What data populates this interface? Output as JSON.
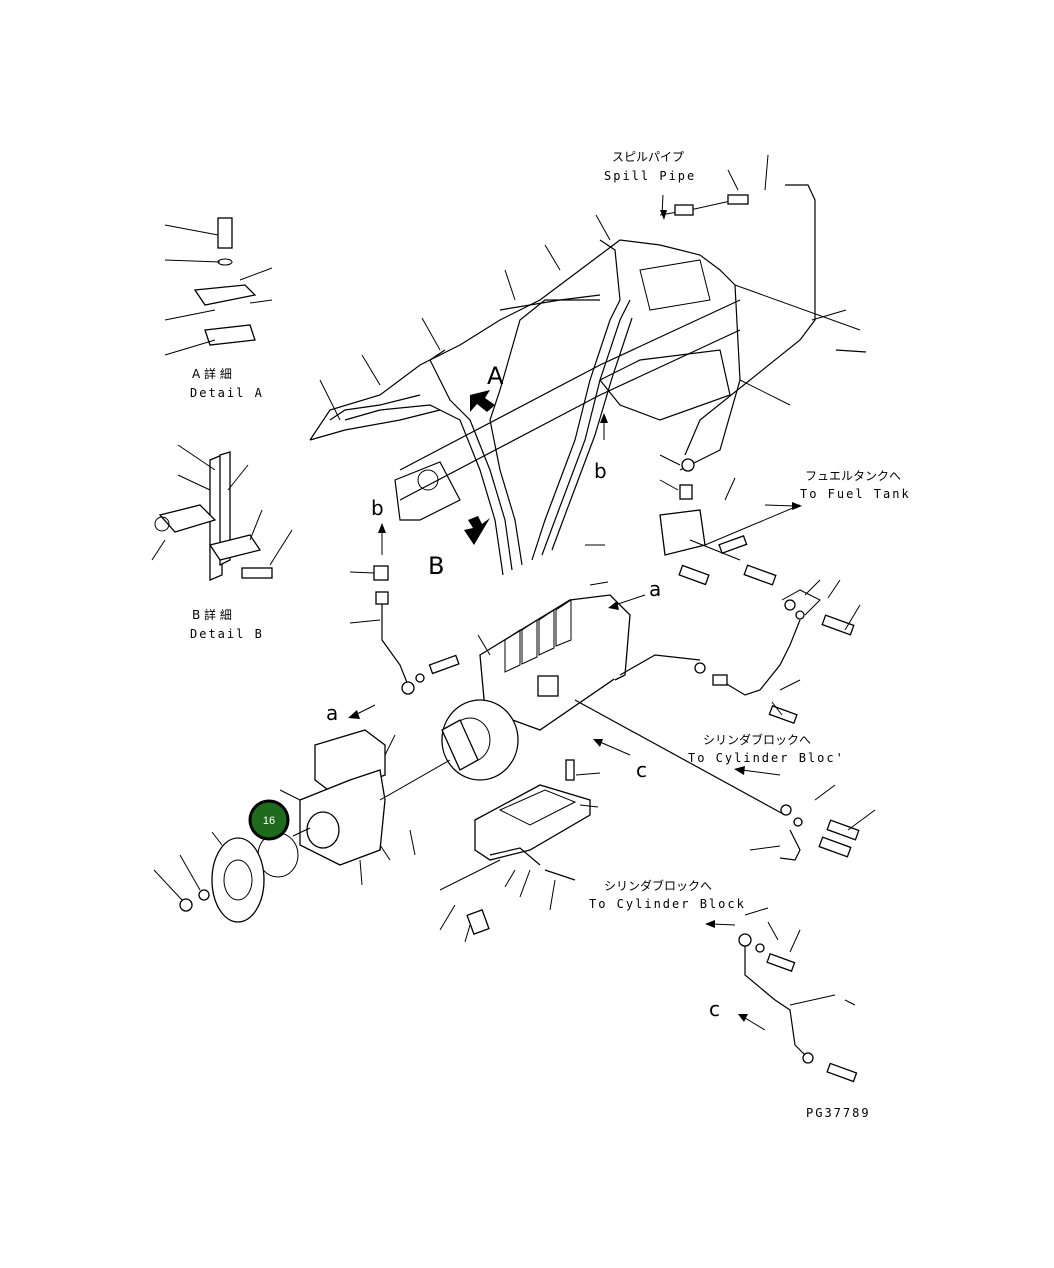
{
  "labels": {
    "spill_pipe_jp": "スピルパイプ",
    "spill_pipe_en": "Spill Pipe",
    "detail_a_jp": "A 詳 細",
    "detail_a_en": "Detail A",
    "detail_b_jp": "B 詳 細",
    "detail_b_en": "Detail B",
    "fuel_tank_jp": "フュエルタンクへ",
    "fuel_tank_en": "To Fuel Tank",
    "cyl_bloc_jp": "シリンダブロックへ",
    "cyl_bloc_en": "To Cylinder Bloc'",
    "cyl_block_jp": "シリンダブロックへ",
    "cyl_block_en": "To Cylinder Block",
    "marker_A": "A",
    "marker_B": "B",
    "ref_b_top": "b",
    "ref_b_left": "b",
    "ref_a_right": "a",
    "ref_a_left": "a",
    "ref_c_mid": "c",
    "ref_c_bottom": "c",
    "drawing_number": "PG37789"
  },
  "callouts": [
    {
      "number": "16",
      "color": "#1e6b1e"
    }
  ]
}
